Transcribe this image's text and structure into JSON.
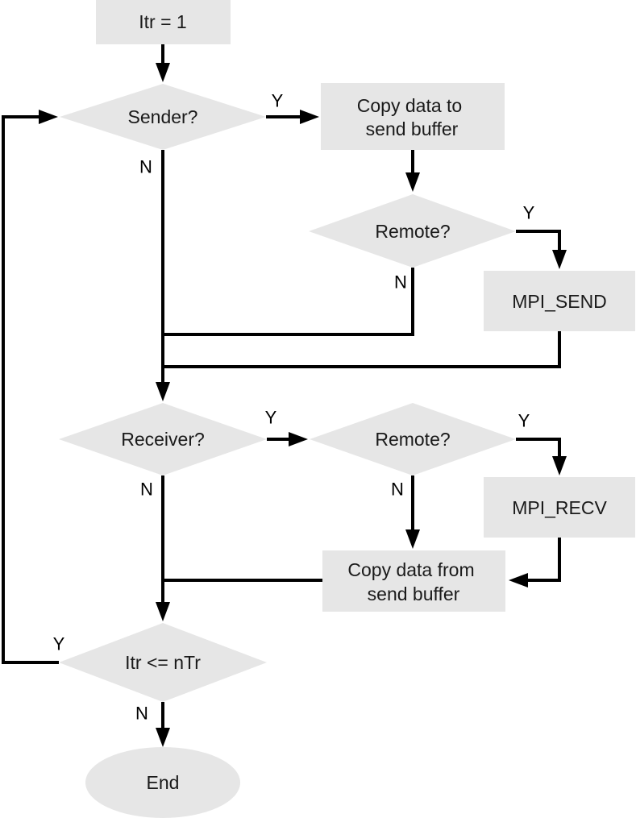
{
  "nodes": {
    "init": "Itr = 1",
    "sender": "Sender?",
    "copy_to_1": "Copy data to",
    "copy_to_2": "send buffer",
    "remote_send": "Remote?",
    "mpi_send": "MPI_SEND",
    "receiver": "Receiver?",
    "remote_recv": "Remote?",
    "mpi_recv": "MPI_RECV",
    "copy_from_1": "Copy data from",
    "copy_from_2": "send buffer",
    "loop": "Itr <= nTr",
    "end": "End"
  },
  "labels": {
    "sender_yes": "Y",
    "sender_no": "N",
    "remote_send_yes": "Y",
    "remote_send_no": "N",
    "receiver_yes": "Y",
    "receiver_no": "N",
    "remote_recv_yes": "Y",
    "remote_recv_no": "N",
    "loop_yes": "Y",
    "loop_no": "N"
  },
  "colors": {
    "shape_fill": "#e6e6e6",
    "line": "#000000"
  }
}
